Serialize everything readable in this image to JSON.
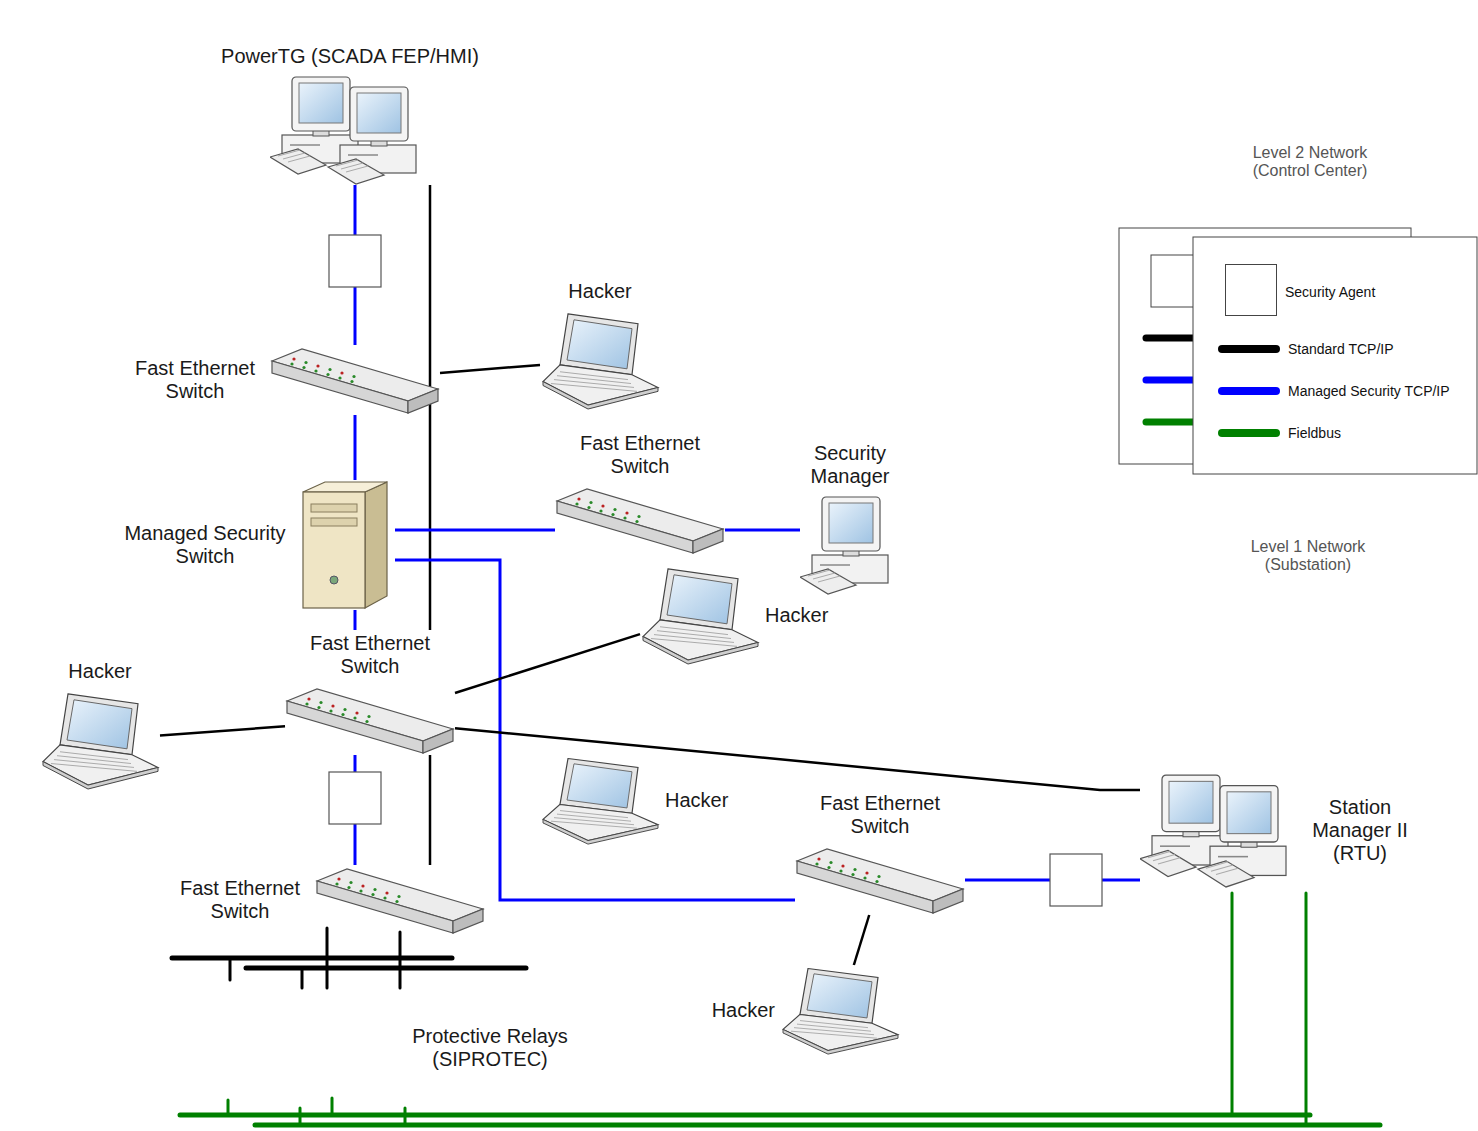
{
  "diagram": {
    "nodes": [
      {
        "text": [
          "PowerTG (SCADA FEP/HMI)"
        ]
      },
      {
        "text": [
          "Fast Ethernet Switch"
        ]
      },
      {
        "text": [
          "Hacker"
        ]
      },
      {
        "text": [
          "Security Manager"
        ]
      },
      {
        "text": [
          "Fast Ethernet Switch"
        ]
      },
      {
        "text": [
          "Managed Security Switch"
        ]
      },
      {
        "text": [
          "Hacker"
        ]
      },
      {
        "text": [
          "Fast Ethernet Switch"
        ]
      },
      {
        "text": [
          "Hacker"
        ]
      },
      {
        "text": [
          "Hacker"
        ]
      },
      {
        "text": [
          "Fast Ethernet Switch"
        ]
      },
      {
        "text": [
          "Station Manager II (RTU)"
        ]
      },
      {
        "text": [
          "Fast Ethernet Switch"
        ]
      },
      {
        "text": [
          "Hacker"
        ]
      }
    ],
    "edges": [
      {
        "from": 0,
        "to": 1,
        "arrow": "none"
      },
      {
        "from": 0,
        "to": 7,
        "arrow": "none"
      },
      {
        "from": 1,
        "to": 2,
        "arrow": "none"
      },
      {
        "from": 1,
        "to": 5,
        "arrow": "none"
      },
      {
        "from": 5,
        "to": 4,
        "arrow": "none"
      },
      {
        "from": 4,
        "to": 3,
        "arrow": "none"
      },
      {
        "from": 5,
        "to": 7,
        "arrow": "none"
      },
      {
        "from": 5,
        "to": 10,
        "arrow": "none"
      },
      {
        "from": 7,
        "to": 8,
        "arrow": "none"
      },
      {
        "from": 7,
        "to": 6,
        "arrow": "none"
      },
      {
        "from": 7,
        "to": 11,
        "arrow": "none"
      },
      {
        "from": 10,
        "to": 11,
        "arrow": "none"
      },
      {
        "from": 10,
        "to": 13,
        "arrow": "none"
      },
      {
        "from": 7,
        "to": 12,
        "arrow": "none"
      },
      {
        "from": 7,
        "to": 12,
        "arrow": "none"
      }
    ],
    "labels": [
      "Level 2 Network (Control Center)",
      "Level 1 Network (Substation)",
      "Protective Relays (SIPROTEC)"
    ],
    "legend": [
      {
        "text": "Security Agent"
      },
      {
        "text": "Standard TCP/IP",
        "color": "#000000"
      },
      {
        "text": "Managed Security TCP/IP",
        "color": "#0000ff"
      },
      {
        "text": "Fieldbus",
        "color": "#008000"
      }
    ]
  }
}
